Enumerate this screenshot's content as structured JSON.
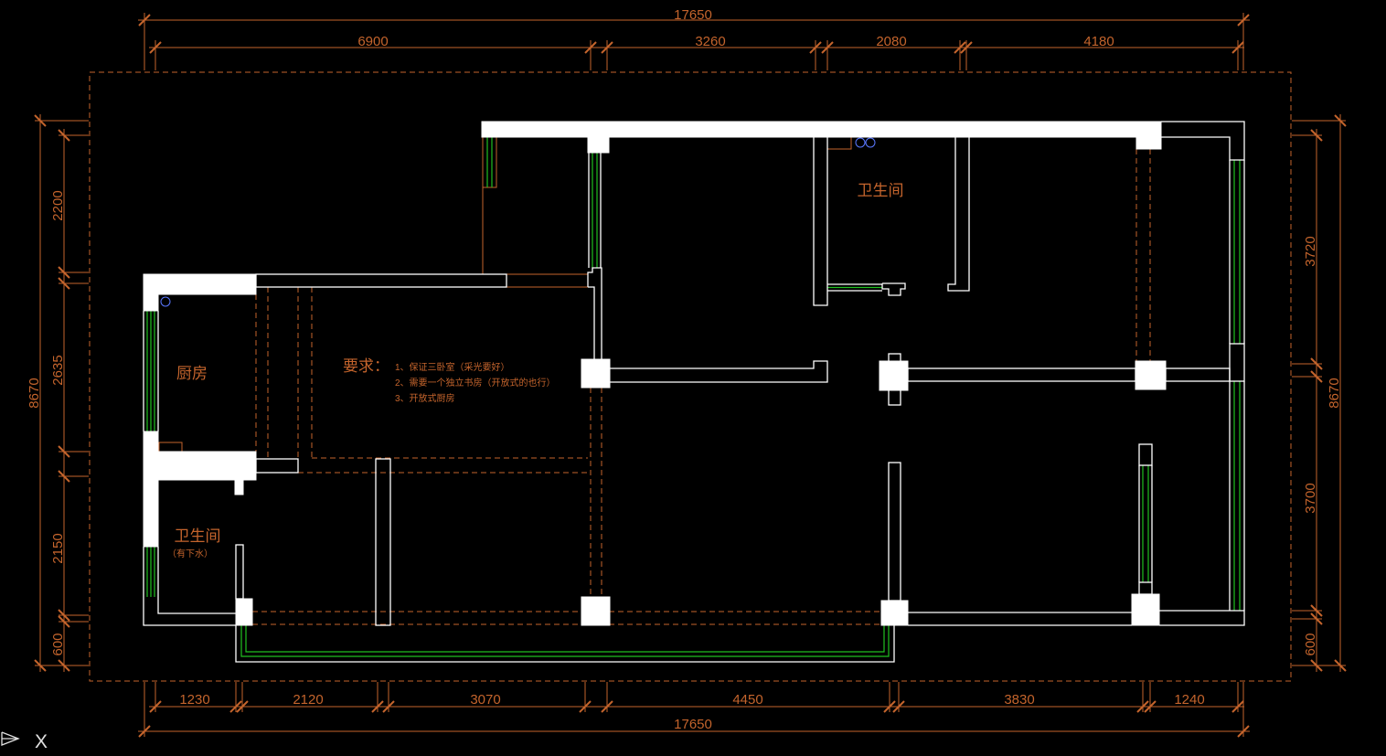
{
  "colors": {
    "background": "#000000",
    "dimension": "#c4642c",
    "wall": "#ffffff",
    "window": "#20c020",
    "fixture": "#5a78ff",
    "ucs": "#e0e0e0"
  },
  "dimensions": {
    "top_total": "17650",
    "top": [
      "6900",
      "3260",
      "2080",
      "4180"
    ],
    "bottom": [
      "1230",
      "2120",
      "3070",
      "4450",
      "3830",
      "1240"
    ],
    "bottom_total": "17650",
    "left_total": "8670",
    "left": [
      "2200",
      "2635",
      "2150",
      "600"
    ],
    "right": [
      "3720",
      "3700",
      "600"
    ],
    "right_total": "8670"
  },
  "rooms": {
    "bathroom_top": "卫生间",
    "kitchen": "厨房",
    "bathroom_left": "卫生间",
    "bathroom_left_note": "（有下水）"
  },
  "requirements": {
    "title": "要求：",
    "items": [
      "1、保证三卧室（采光要好）",
      "2、需要一个独立书房（开放式的也行）",
      "3、开放式厨房"
    ]
  },
  "ucs": {
    "icon": "ucs-icon",
    "axis_label": "X"
  }
}
